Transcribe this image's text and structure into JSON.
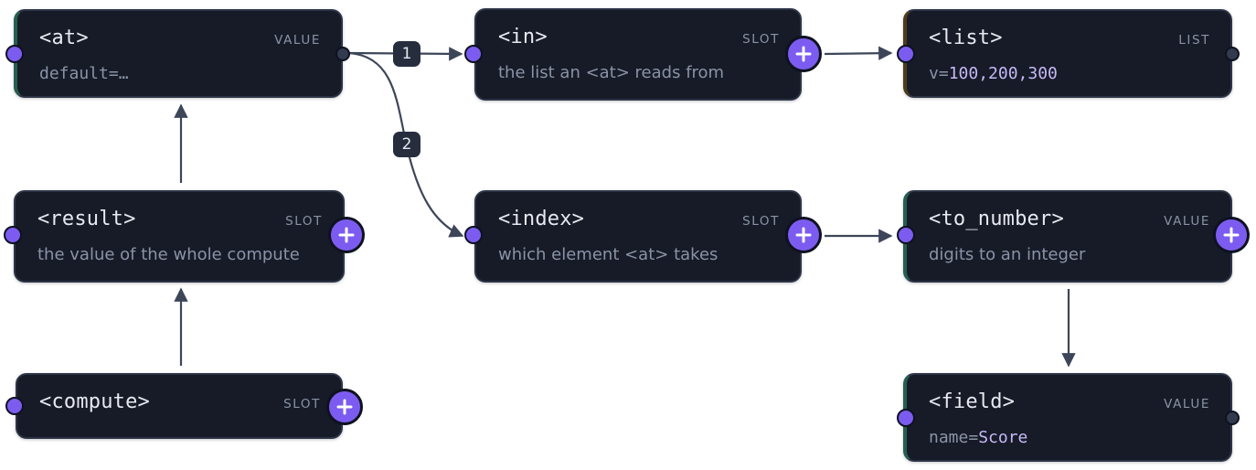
{
  "nodes": {
    "at": {
      "title": "<at>",
      "kind": "VALUE",
      "param_key": "default=",
      "param_value": "…"
    },
    "result": {
      "title": "<result>",
      "kind": "SLOT",
      "desc": "the value of the whole compute"
    },
    "compute": {
      "title": "<compute>",
      "kind": "SLOT"
    },
    "in": {
      "title": "<in>",
      "kind": "SLOT",
      "desc": "the list an <at> reads from"
    },
    "index": {
      "title": "<index>",
      "kind": "SLOT",
      "desc": "which element <at> takes"
    },
    "list": {
      "title": "<list>",
      "kind": "LIST",
      "param_key": "v=",
      "param_value": "100,200,300"
    },
    "to_number": {
      "title": "<to_number>",
      "kind": "VALUE",
      "desc": "digits to an integer"
    },
    "field": {
      "title": "<field>",
      "kind": "VALUE",
      "param_key": "name=",
      "param_value": "Score"
    }
  },
  "edges": [
    {
      "from": "at",
      "to": "in",
      "label": "1"
    },
    {
      "from": "at",
      "to": "index",
      "label": "2"
    },
    {
      "from": "result",
      "to": "at"
    },
    {
      "from": "compute",
      "to": "result"
    },
    {
      "from": "in",
      "to": "list"
    },
    {
      "from": "index",
      "to": "to_number"
    },
    {
      "from": "to_number",
      "to": "field"
    }
  ],
  "colors": {
    "node_bg": "#161b27",
    "port_accent": "#7c5cf0",
    "edge": "#3d4659",
    "value_accent": "#275e4f",
    "list_accent": "#4d3b1a"
  }
}
